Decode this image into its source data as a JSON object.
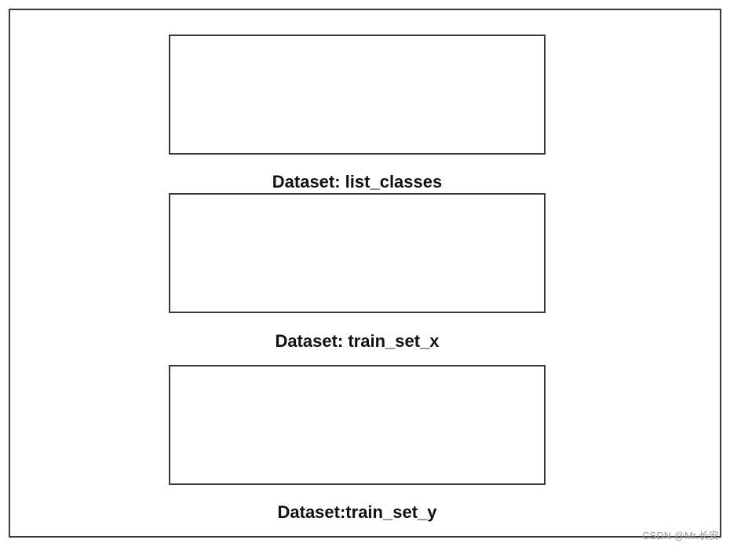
{
  "datasets": [
    {
      "label": "Dataset: list_classes"
    },
    {
      "label": "Dataset: train_set_x"
    },
    {
      "label": "Dataset:train_set_y"
    }
  ],
  "watermark": "CSDN @Mr.长安",
  "colors": {
    "border": "#3a3a3a",
    "text": "#111111",
    "watermark": "#9a9a9a",
    "background": "#ffffff"
  }
}
